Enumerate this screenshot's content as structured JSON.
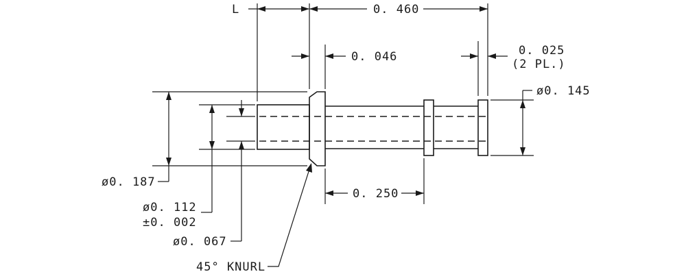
{
  "labels": {
    "length": "L",
    "overall_length": "0. 460",
    "head_thickness": "0. 046",
    "groove_width": "0. 025",
    "groove_qty": "(2 PL.)",
    "groove_diameter": "ø0. 145",
    "head_diameter": "ø0. 187",
    "bore_diameter": "ø0. 112",
    "bore_tolerance": "±0. 002",
    "pin_diameter": "ø0. 067",
    "groove_spacing": "0. 250",
    "knurl_note": "45° KNURL"
  },
  "colors": {
    "line": "#1a1a1a",
    "background": "#ffffff"
  }
}
